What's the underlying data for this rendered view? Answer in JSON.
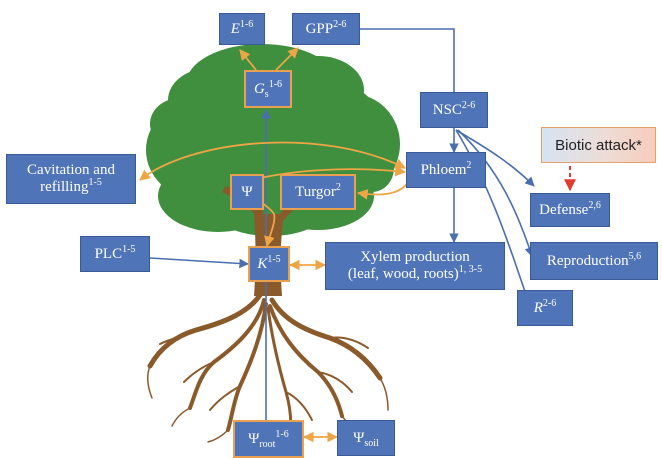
{
  "colors": {
    "box_fill": "#4f74b8",
    "blue_arrow": "#4a6fae",
    "orange_arrow": "#eea545",
    "red_dashed_arrow": "#e23b2e",
    "canopy": "#3f8f3e",
    "trunk": "#8b5a2b"
  },
  "nodes": {
    "e": {
      "main": "E",
      "sup": "1-6"
    },
    "gpp": {
      "main": "GPP",
      "sup": "2-6"
    },
    "gs": {
      "main": "G",
      "sub": "s",
      "sup": "1-6"
    },
    "nsc": {
      "main": "NSC",
      "sup": "2-6"
    },
    "biotic": {
      "text": "Biotic attack*"
    },
    "cavitation": {
      "line1": "Cavitation and",
      "line2": "refilling",
      "sup": "1-5"
    },
    "psi": {
      "main": "Ψ"
    },
    "turgor": {
      "main": "Turgor",
      "sup": "2"
    },
    "phloem": {
      "main": "Phloem",
      "sup": "2"
    },
    "defense": {
      "main": "Defense",
      "sup": "2,6"
    },
    "plc": {
      "main": "PLC",
      "sup": "1-5"
    },
    "k": {
      "main": "K",
      "sup": "1-5"
    },
    "xylem": {
      "line1": "Xylem production",
      "line2": "(leaf, wood, roots)",
      "sup": "1, 3-5"
    },
    "reproduction": {
      "main": "Reproduction",
      "sup": "5,6"
    },
    "r": {
      "main": "R",
      "sup": "2-6"
    },
    "psi_root": {
      "main": "Ψ",
      "sub": "root",
      "sup": "1-6"
    },
    "psi_soil": {
      "main": "Ψ",
      "sub": "soil"
    }
  }
}
